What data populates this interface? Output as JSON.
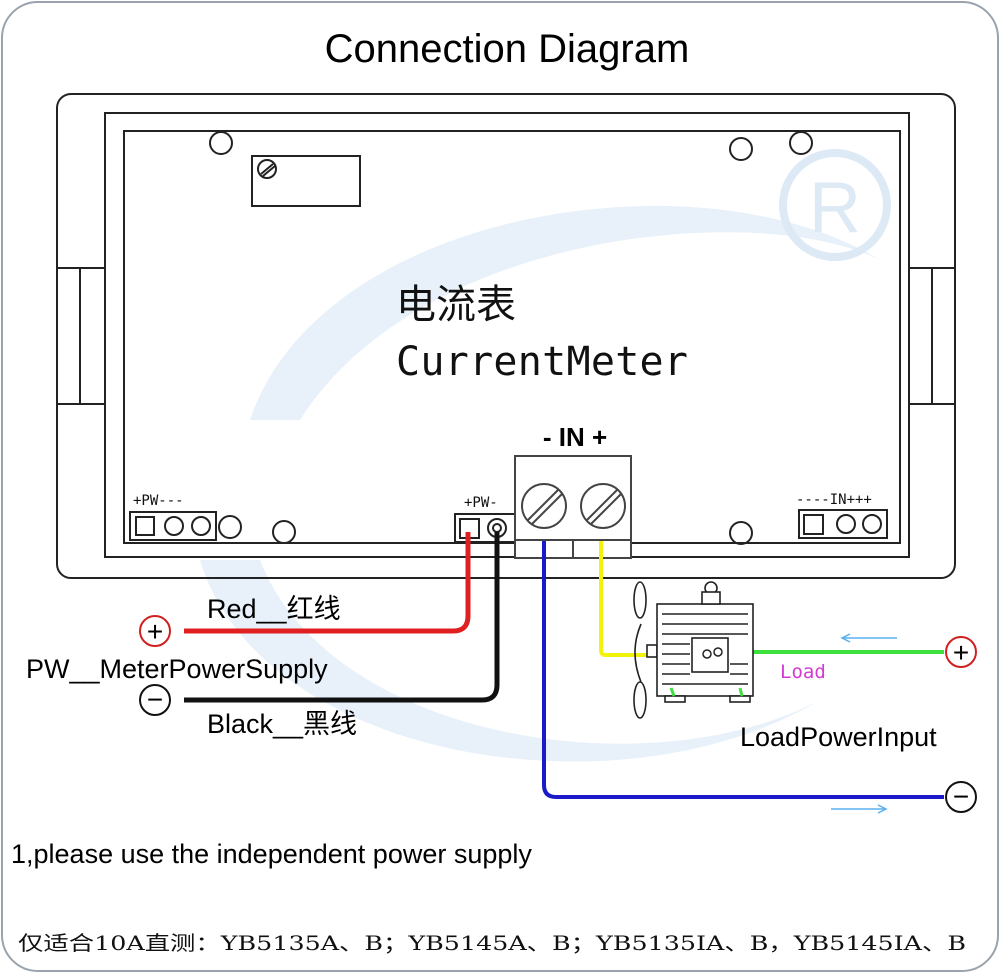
{
  "title": "Connection Diagram",
  "meter": {
    "name_cn": "电流表",
    "name_en": "CurrentMeter",
    "in_label": "- IN +",
    "left_port_label": "+PW---",
    "center_port_label": "+PW-",
    "right_port_label": "----IN+++"
  },
  "power": {
    "red_label": "Red__红线",
    "black_label": "Black__黑线",
    "supply_label": "PW__MeterPowerSupply",
    "plus_symbol": "+",
    "minus_symbol": "−"
  },
  "load": {
    "load_label": "Load",
    "input_label": "LoadPowerInput",
    "plus_symbol": "+",
    "minus_symbol": "−"
  },
  "notes": {
    "note1": "1,please use the independent power supply",
    "models": "仅适合10A直测：YB5135A、B；YB5145A、B；YB5135IA、B，YB5145IA、B"
  },
  "colors": {
    "red_wire": "#e02020",
    "black_wire": "#111111",
    "blue_wire": "#1a1ac8",
    "yellow_wire": "#f2f20a",
    "green_wire": "#3ee03e",
    "label_blue": "#1a2fd0",
    "load_magenta": "#d23ad2",
    "watermark": "#e4eef8"
  }
}
